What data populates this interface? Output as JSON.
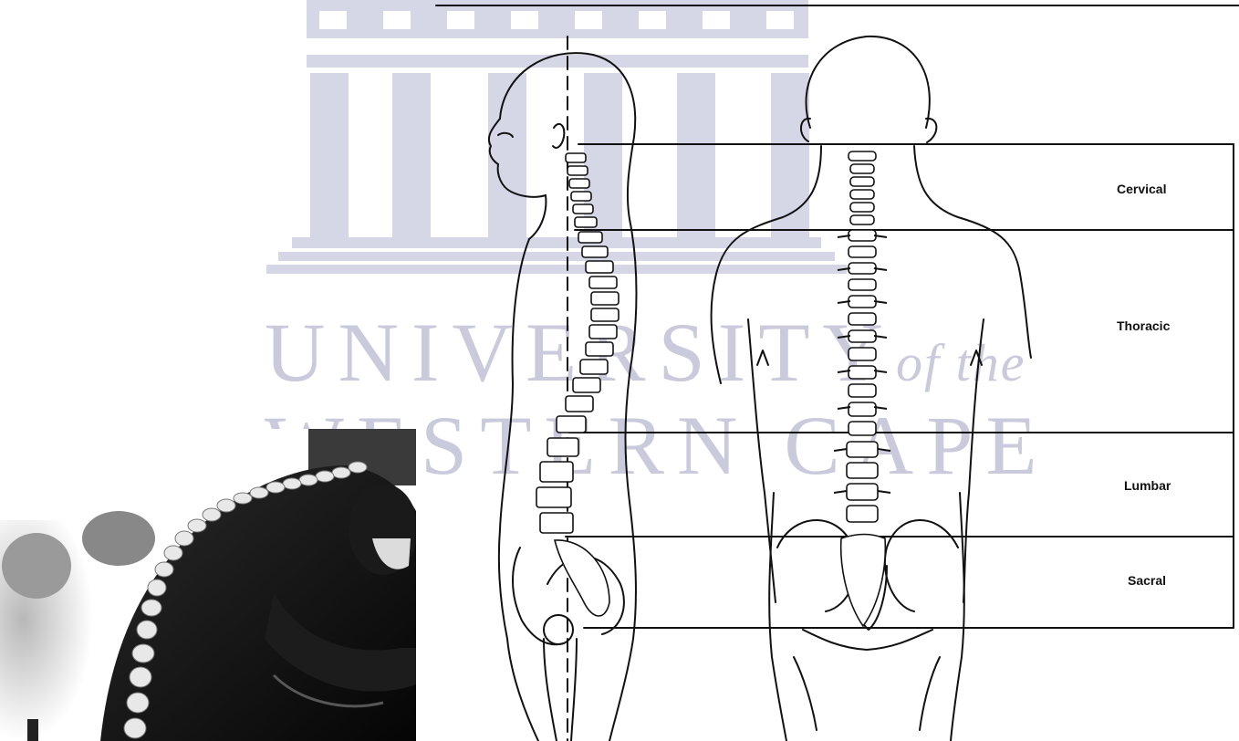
{
  "watermark": {
    "line1": "UNIVERSITY",
    "line1_suffix": "of the",
    "line2": "WESTERN CAPE",
    "color": "#c9cbdc"
  },
  "figure": {
    "views": [
      "lateral-view-body",
      "posterior-view-body"
    ],
    "photo": "human-spine-overlay-photo"
  },
  "regions": {
    "cervical": "Cervical",
    "thoracic": "Thoracic",
    "lumbar": "Lumbar",
    "sacral": "Sacral"
  }
}
